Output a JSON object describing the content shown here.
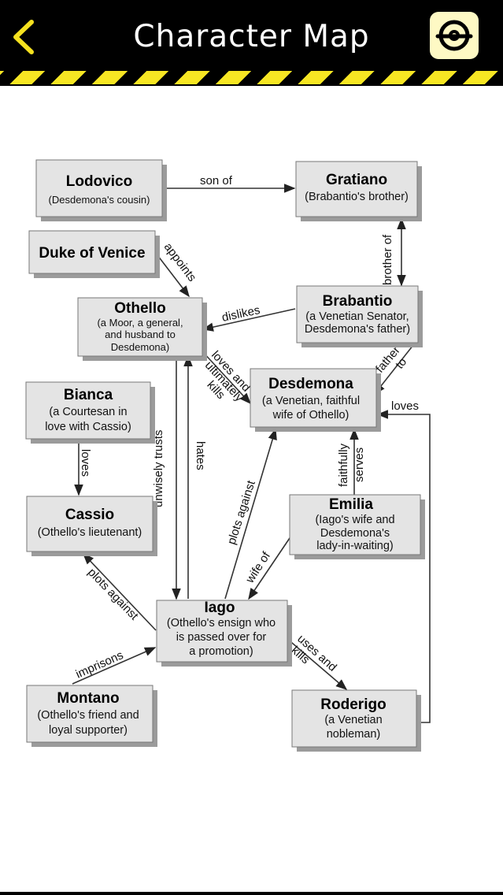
{
  "header": {
    "title": "Character Map",
    "back_icon": "chevron-left-icon",
    "settings_icon": "circle-target-icon",
    "colors": {
      "bar": "#000000",
      "stripe_yellow": "#f7e623",
      "back_icon": "#f5e11f",
      "settings_bg": "#fef9c4"
    }
  },
  "characters": {
    "lodovico": {
      "name": "Lodovico",
      "desc": [
        "(Desdemona's cousin)"
      ]
    },
    "gratiano": {
      "name": "Gratiano",
      "desc": [
        "(Brabantio's brother)"
      ]
    },
    "duke": {
      "name": "Duke of Venice",
      "desc": []
    },
    "othello": {
      "name": "Othello",
      "desc": [
        "(a Moor, a general,",
        "and husband to",
        "Desdemona)"
      ]
    },
    "brabantio": {
      "name": "Brabantio",
      "desc": [
        "(a Venetian Senator,",
        "Desdemona's father)"
      ]
    },
    "bianca": {
      "name": "Bianca",
      "desc": [
        "(a Courtesan in",
        "love with Cassio)"
      ]
    },
    "desdemona": {
      "name": "Desdemona",
      "desc": [
        "(a Venetian, faithful",
        "wife of Othello)"
      ]
    },
    "cassio": {
      "name": "Cassio",
      "desc": [
        "(Othello's lieutenant)"
      ]
    },
    "emilia": {
      "name": "Emilia",
      "desc": [
        "(Iago's wife and",
        "Desdemona's",
        "lady-in-waiting)"
      ]
    },
    "iago": {
      "name": "Iago",
      "desc": [
        "(Othello's ensign who",
        "is passed over for",
        "a promotion)"
      ]
    },
    "montano": {
      "name": "Montano",
      "desc": [
        "(Othello's friend and",
        "loyal supporter)"
      ]
    },
    "roderigo": {
      "name": "Roderigo",
      "desc": [
        "(a Venetian",
        "nobleman)"
      ]
    }
  },
  "relations": {
    "son_of": "son of",
    "brother_of": "brother of",
    "appoints": "appoints",
    "dislikes": "dislikes",
    "loves_and_ultimately_kills": [
      "loves and",
      "ultimately",
      "kills"
    ],
    "father_to": [
      "father",
      "to"
    ],
    "loves_roderigo": "loves",
    "loves_bianca": "loves",
    "unwisely_trusts": "unwisely trusts",
    "hates": "hates",
    "plots_against_desdemona": "plots against",
    "faithfully_serves": [
      "faithfully",
      "serves"
    ],
    "wife_of": "wife of",
    "plots_against_cassio": "plots against",
    "imprisons": "imprisons",
    "uses_and_kills": [
      "uses and",
      "kills"
    ]
  }
}
